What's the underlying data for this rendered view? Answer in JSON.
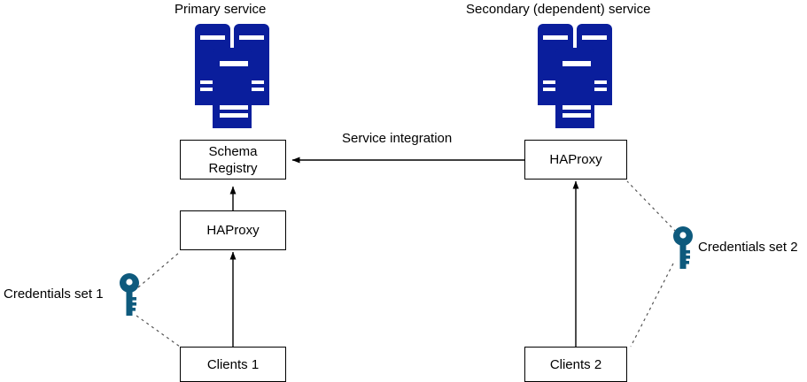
{
  "diagram": {
    "title_primary": "Primary service",
    "title_secondary": "Secondary (dependent) service",
    "colors": {
      "server_blue": "#0a1e9c",
      "key_teal": "#0e5a7d",
      "line_black": "#000000",
      "background": "#ffffff"
    },
    "captions": [
      {
        "id": "primary-service",
        "text": "Primary service"
      },
      {
        "id": "secondary-service",
        "text": "Secondary (dependent) service"
      },
      {
        "id": "credentials-set-1",
        "text": "Credentials set 1"
      },
      {
        "id": "credentials-set-2",
        "text": "Credentials set 2"
      }
    ],
    "nodes": [
      {
        "id": "schema-registry",
        "label": "Schema\nRegistry"
      },
      {
        "id": "haproxy-primary",
        "label": "HAProxy"
      },
      {
        "id": "clients-1",
        "label": "Clients 1"
      },
      {
        "id": "haproxy-secondary",
        "label": "HAProxy"
      },
      {
        "id": "clients-2",
        "label": "Clients 2"
      }
    ],
    "edges": [
      {
        "id": "integration-edge",
        "from": "haproxy-secondary",
        "to": "schema-registry",
        "label": "Service integration",
        "style": "solid",
        "arrow": "to"
      },
      {
        "id": "haproxy-primary-to-schema-registry",
        "from": "haproxy-primary",
        "to": "schema-registry",
        "label": "",
        "style": "solid",
        "arrow": "to"
      },
      {
        "id": "clients1-to-haproxy-primary",
        "from": "clients-1",
        "to": "haproxy-primary",
        "label": "",
        "style": "solid",
        "arrow": "to"
      },
      {
        "id": "clients2-to-haproxy-secondary",
        "from": "clients-2",
        "to": "haproxy-secondary",
        "label": "",
        "style": "solid",
        "arrow": "to"
      },
      {
        "id": "credentials1-to-haproxy-primary",
        "from": "credentials-set-1",
        "to": "haproxy-primary",
        "label": "",
        "style": "dashed",
        "arrow": "none"
      },
      {
        "id": "credentials1-to-clients1",
        "from": "credentials-set-1",
        "to": "clients-1",
        "label": "",
        "style": "dashed",
        "arrow": "none"
      },
      {
        "id": "credentials2-to-haproxy-secondary",
        "from": "credentials-set-2",
        "to": "haproxy-secondary",
        "label": "",
        "style": "dashed",
        "arrow": "none"
      },
      {
        "id": "credentials2-to-clients2",
        "from": "credentials-set-2",
        "to": "clients-2",
        "label": "",
        "style": "dashed",
        "arrow": "none"
      }
    ],
    "icons": [
      {
        "id": "servers-primary",
        "name": "servers-stack-icon"
      },
      {
        "id": "servers-secondary",
        "name": "servers-stack-icon"
      },
      {
        "id": "key-1",
        "name": "key-icon"
      },
      {
        "id": "key-2",
        "name": "key-icon"
      }
    ]
  }
}
